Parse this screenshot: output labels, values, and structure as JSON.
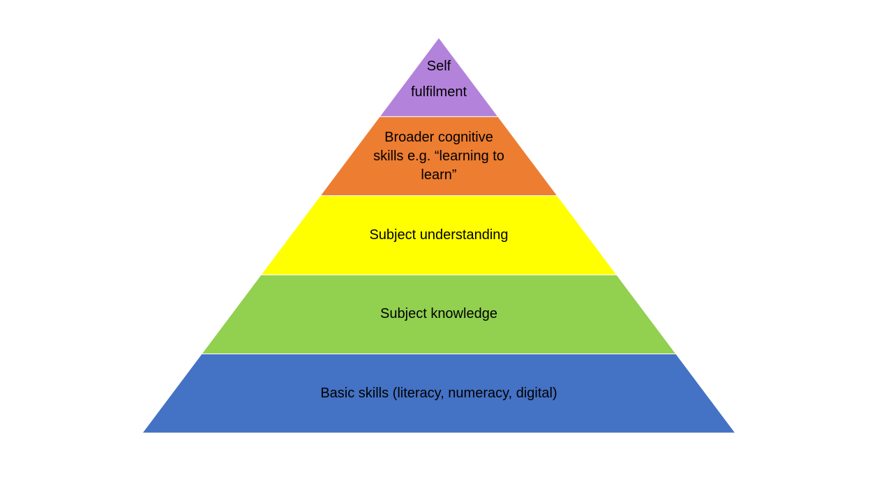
{
  "diagram": {
    "type": "pyramid",
    "levels_top_to_bottom": [
      {
        "lines": [
          "Self",
          "fulfilment"
        ],
        "color": "#B383DB"
      },
      {
        "lines": [
          "Broader cognitive",
          "skills e.g. “learning to",
          "learn”"
        ],
        "color": "#ED7D31"
      },
      {
        "lines": [
          "Subject understanding"
        ],
        "color": "#FFFF00"
      },
      {
        "lines": [
          "Subject knowledge"
        ],
        "color": "#92D050"
      },
      {
        "lines": [
          "Basic skills (literacy, numeracy, digital)"
        ],
        "color": "#4472C4"
      }
    ]
  }
}
